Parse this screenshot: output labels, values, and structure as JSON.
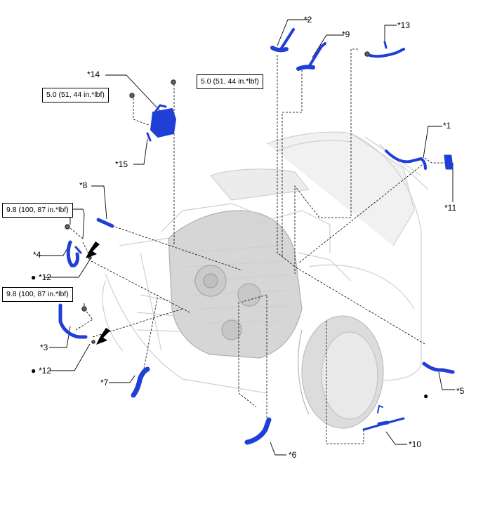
{
  "torque_specs": {
    "reservoir_bracket_bolt": "5.0 (51, 44 in.*lbf)",
    "reservoir_top_nut": "5.0 (51, 44 in.*lbf)",
    "hose_4_clamp_bolt": "9.8 (100, 87 in.*lbf)",
    "hose_3_clamp_bolt": "9.8 (100, 87 in.*lbf)"
  },
  "callouts": {
    "c1": "*1",
    "c2": "*2",
    "c3": "*3",
    "c4": "*4",
    "c5": "*5",
    "c6": "*6",
    "c7": "*7",
    "c8": "*8",
    "c9": "*9",
    "c10": "*10",
    "c11": "*11",
    "c12a": "*12",
    "c12b": "*12",
    "c13": "*13",
    "c14": "*14",
    "c15": "*15"
  },
  "symbols": {
    "non_reusable_bullet": "●",
    "arrow_icon": "arrow-down-left-icon"
  },
  "colors": {
    "part_blue": "#1f3fd6",
    "engine_gray": "#c9c9c9",
    "leader_line": "#000000"
  }
}
